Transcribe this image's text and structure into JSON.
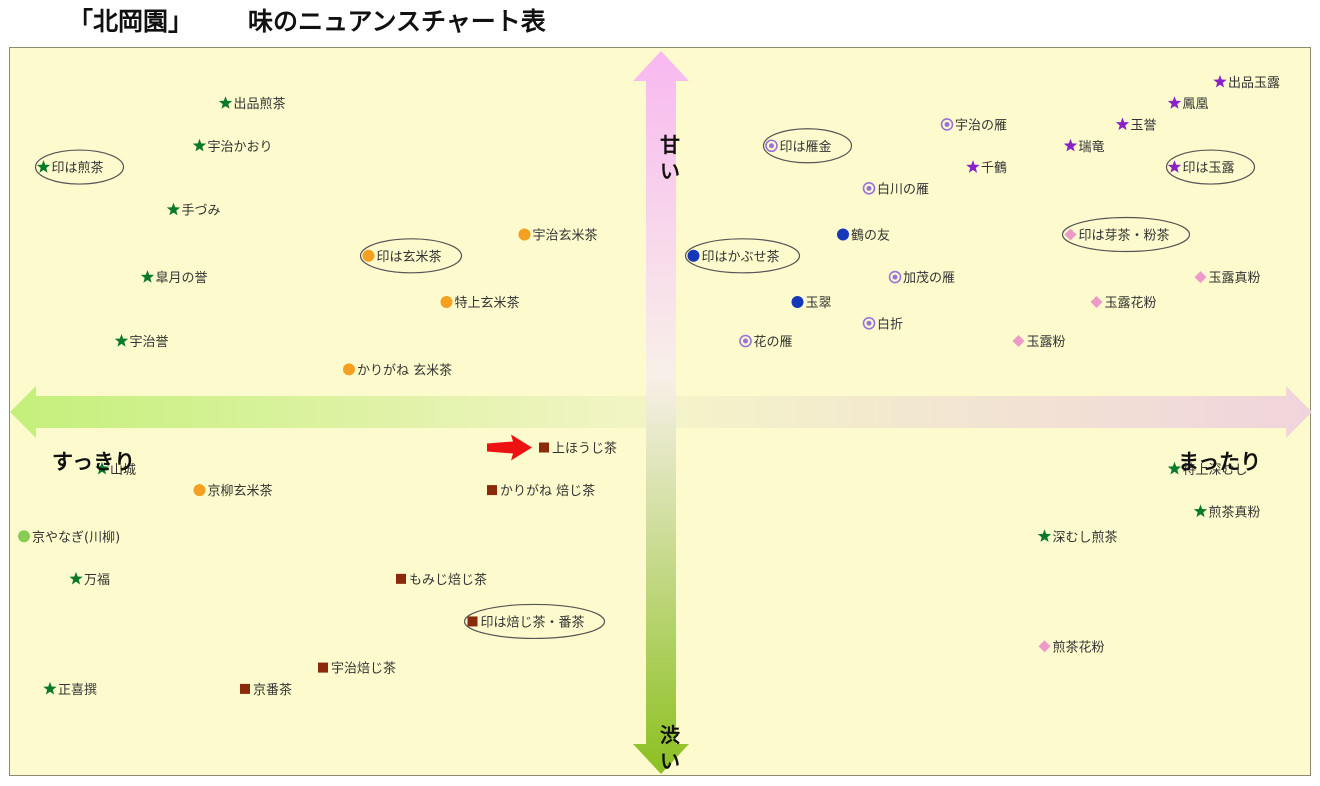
{
  "page": {
    "brand": "「北岡園」",
    "title": "味のニュアンスチャート表"
  },
  "axes": {
    "left": "すっきり",
    "right": "まったり",
    "top": [
      "甘",
      "い"
    ],
    "bottom": [
      "渋",
      "い"
    ]
  },
  "colors": {
    "background": "#fdfbcd",
    "sencha_green": "#0a7a2a",
    "genmai_orange": "#f5a020",
    "hojicha_brown": "#8b2a0a",
    "gyokuro_purple": "#8a22c8",
    "kari_ring_purple": "#9a72d8",
    "kabuse_blue": "#1438b8",
    "powder_pink": "#ee9ac8",
    "kyoyanagi_light_green": "#88cc55",
    "arrow_red": "#ee1111",
    "label_text": "#333333"
  },
  "chart_data": {
    "type": "scatter",
    "title": "味のニュアンスチャート表",
    "x_axis": {
      "negative": "すっきり",
      "positive": "まったり",
      "range": [
        -100,
        100
      ]
    },
    "y_axis": {
      "negative": "渋い",
      "positive": "甘い",
      "range": [
        -100,
        100
      ]
    },
    "grid": false,
    "highlighted_item": "上ほうじ茶",
    "points": [
      {
        "label": "出品煎茶",
        "x": -67,
        "y": 87,
        "marker": "star",
        "color": "#0a7a2a"
      },
      {
        "label": "宇治かおり",
        "x": -71,
        "y": 75,
        "marker": "star",
        "color": "#0a7a2a"
      },
      {
        "label": "印は煎茶",
        "x": -95,
        "y": 69,
        "marker": "star",
        "color": "#0a7a2a",
        "circled": true
      },
      {
        "label": "手づみ",
        "x": -75,
        "y": 57,
        "marker": "star",
        "color": "#0a7a2a"
      },
      {
        "label": "皐月の誉",
        "x": -79,
        "y": 38,
        "marker": "star",
        "color": "#0a7a2a"
      },
      {
        "label": "宇治誉",
        "x": -83,
        "y": 20,
        "marker": "star",
        "color": "#0a7a2a"
      },
      {
        "label": "宇治玄米茶",
        "x": -21,
        "y": 50,
        "marker": "circle",
        "color": "#f5a020"
      },
      {
        "label": "印は玄米茶",
        "x": -45,
        "y": 44,
        "marker": "circle",
        "color": "#f5a020",
        "circled": true
      },
      {
        "label": "特上玄米茶",
        "x": -33,
        "y": 31,
        "marker": "circle",
        "color": "#f5a020"
      },
      {
        "label": "かりがね 玄米茶",
        "x": -48,
        "y": 12,
        "marker": "circle",
        "color": "#f5a020"
      },
      {
        "label": "上ほうじ茶",
        "x": -18,
        "y": -10,
        "marker": "square",
        "color": "#8b2a0a"
      },
      {
        "label": "かりがね 焙じ茶",
        "x": -26,
        "y": -22,
        "marker": "square",
        "color": "#8b2a0a"
      },
      {
        "label": "もみじ焙じ茶",
        "x": -40,
        "y": -47,
        "marker": "square",
        "color": "#8b2a0a"
      },
      {
        "label": "印は焙じ茶・番茶",
        "x": -29,
        "y": -59,
        "marker": "square",
        "color": "#8b2a0a",
        "circled": true
      },
      {
        "label": "宇治焙じ茶",
        "x": -52,
        "y": -72,
        "marker": "square",
        "color": "#8b2a0a"
      },
      {
        "label": "京番茶",
        "x": -64,
        "y": -78,
        "marker": "square",
        "color": "#8b2a0a"
      },
      {
        "label": "山城",
        "x": -86,
        "y": -16,
        "marker": "star",
        "color": "#0a7a2a"
      },
      {
        "label": "京柳玄米茶",
        "x": -71,
        "y": -22,
        "marker": "circle",
        "color": "#f5a020"
      },
      {
        "label": "京やなぎ(川柳)",
        "x": -98,
        "y": -35,
        "marker": "circle",
        "color": "#88cc55"
      },
      {
        "label": "万福",
        "x": -90,
        "y": -47,
        "marker": "star",
        "color": "#0a7a2a"
      },
      {
        "label": "正喜撰",
        "x": -94,
        "y": -78,
        "marker": "star",
        "color": "#0a7a2a"
      },
      {
        "label": "宇治の雁",
        "x": 44,
        "y": 81,
        "marker": "double-circle",
        "color": "#9a72d8"
      },
      {
        "label": "印は雁金",
        "x": 17,
        "y": 75,
        "marker": "double-circle",
        "color": "#9a72d8",
        "circled": true
      },
      {
        "label": "白川の雁",
        "x": 32,
        "y": 63,
        "marker": "double-circle",
        "color": "#9a72d8"
      },
      {
        "label": "鶴の友",
        "x": 28,
        "y": 50,
        "marker": "circle",
        "color": "#1438b8"
      },
      {
        "label": "印はかぶせ茶",
        "x": 5,
        "y": 44,
        "marker": "circle",
        "color": "#1438b8",
        "circled": true
      },
      {
        "label": "加茂の雁",
        "x": 36,
        "y": 38,
        "marker": "double-circle",
        "color": "#9a72d8"
      },
      {
        "label": "玉翠",
        "x": 21,
        "y": 31,
        "marker": "circle",
        "color": "#1438b8"
      },
      {
        "label": "白折",
        "x": 32,
        "y": 25,
        "marker": "double-circle",
        "color": "#9a72d8"
      },
      {
        "label": "花の雁",
        "x": 13,
        "y": 20,
        "marker": "double-circle",
        "color": "#9a72d8"
      },
      {
        "label": "出品玉露",
        "x": 86,
        "y": 93,
        "marker": "star",
        "color": "#8a22c8"
      },
      {
        "label": "鳳凰",
        "x": 79,
        "y": 87,
        "marker": "star",
        "color": "#8a22c8"
      },
      {
        "label": "玉誉",
        "x": 71,
        "y": 81,
        "marker": "star",
        "color": "#8a22c8"
      },
      {
        "label": "瑞竜",
        "x": 63,
        "y": 75,
        "marker": "star",
        "color": "#8a22c8"
      },
      {
        "label": "千鶴",
        "x": 48,
        "y": 69,
        "marker": "star",
        "color": "#8a22c8"
      },
      {
        "label": "印は玉露",
        "x": 79,
        "y": 69,
        "marker": "star",
        "color": "#8a22c8",
        "circled": true
      },
      {
        "label": "印は芽茶・粉茶",
        "x": 63,
        "y": 50,
        "marker": "diamond",
        "color": "#ee9ac8",
        "circled": true
      },
      {
        "label": "玉露真粉",
        "x": 83,
        "y": 38,
        "marker": "diamond",
        "color": "#ee9ac8"
      },
      {
        "label": "玉露花粉",
        "x": 67,
        "y": 31,
        "marker": "diamond",
        "color": "#ee9ac8"
      },
      {
        "label": "玉露粉",
        "x": 55,
        "y": 20,
        "marker": "diamond",
        "color": "#ee9ac8"
      },
      {
        "label": "特上深むし",
        "x": 79,
        "y": -16,
        "marker": "star",
        "color": "#0a7a2a"
      },
      {
        "label": "煎茶真粉",
        "x": 83,
        "y": -28,
        "marker": "star",
        "color": "#0a7a2a"
      },
      {
        "label": "深むし煎茶",
        "x": 59,
        "y": -35,
        "marker": "star",
        "color": "#0a7a2a"
      },
      {
        "label": "煎茶花粉",
        "x": 59,
        "y": -66,
        "marker": "diamond",
        "color": "#ee9ac8"
      }
    ]
  }
}
